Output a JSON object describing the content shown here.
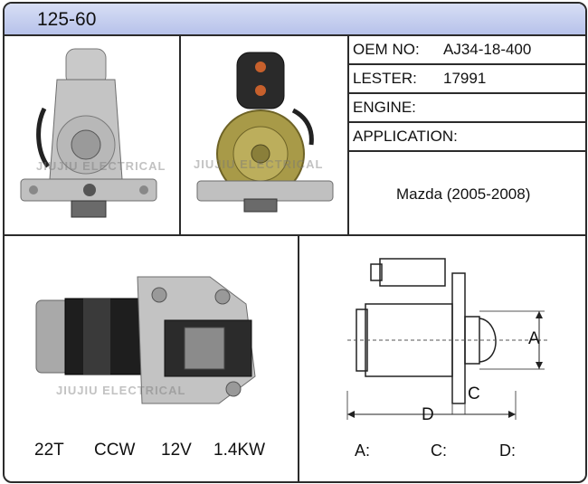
{
  "part_number": "125-60",
  "fields": [
    {
      "label": "OEM NO:",
      "value": "AJ34-18-400"
    },
    {
      "label": "LESTER:",
      "value": "17991"
    },
    {
      "label": "ENGINE:",
      "value": ""
    },
    {
      "label": "APPLICATION:",
      "value": ""
    }
  ],
  "application_text": "Mazda (2005-2008)",
  "watermark": "JIUJIU ELECTRICAL",
  "specs": {
    "teeth": "22T",
    "rotation": "CCW",
    "voltage": "12V",
    "power": "1.4KW"
  },
  "dimensions": {
    "a_label": "A:",
    "c_label": "C:",
    "d_label": "D:",
    "diagram_a": "A",
    "diagram_c": "C",
    "diagram_d": "D"
  },
  "colors": {
    "header_bg": "#c4cdee",
    "border": "#2b2b2b"
  }
}
